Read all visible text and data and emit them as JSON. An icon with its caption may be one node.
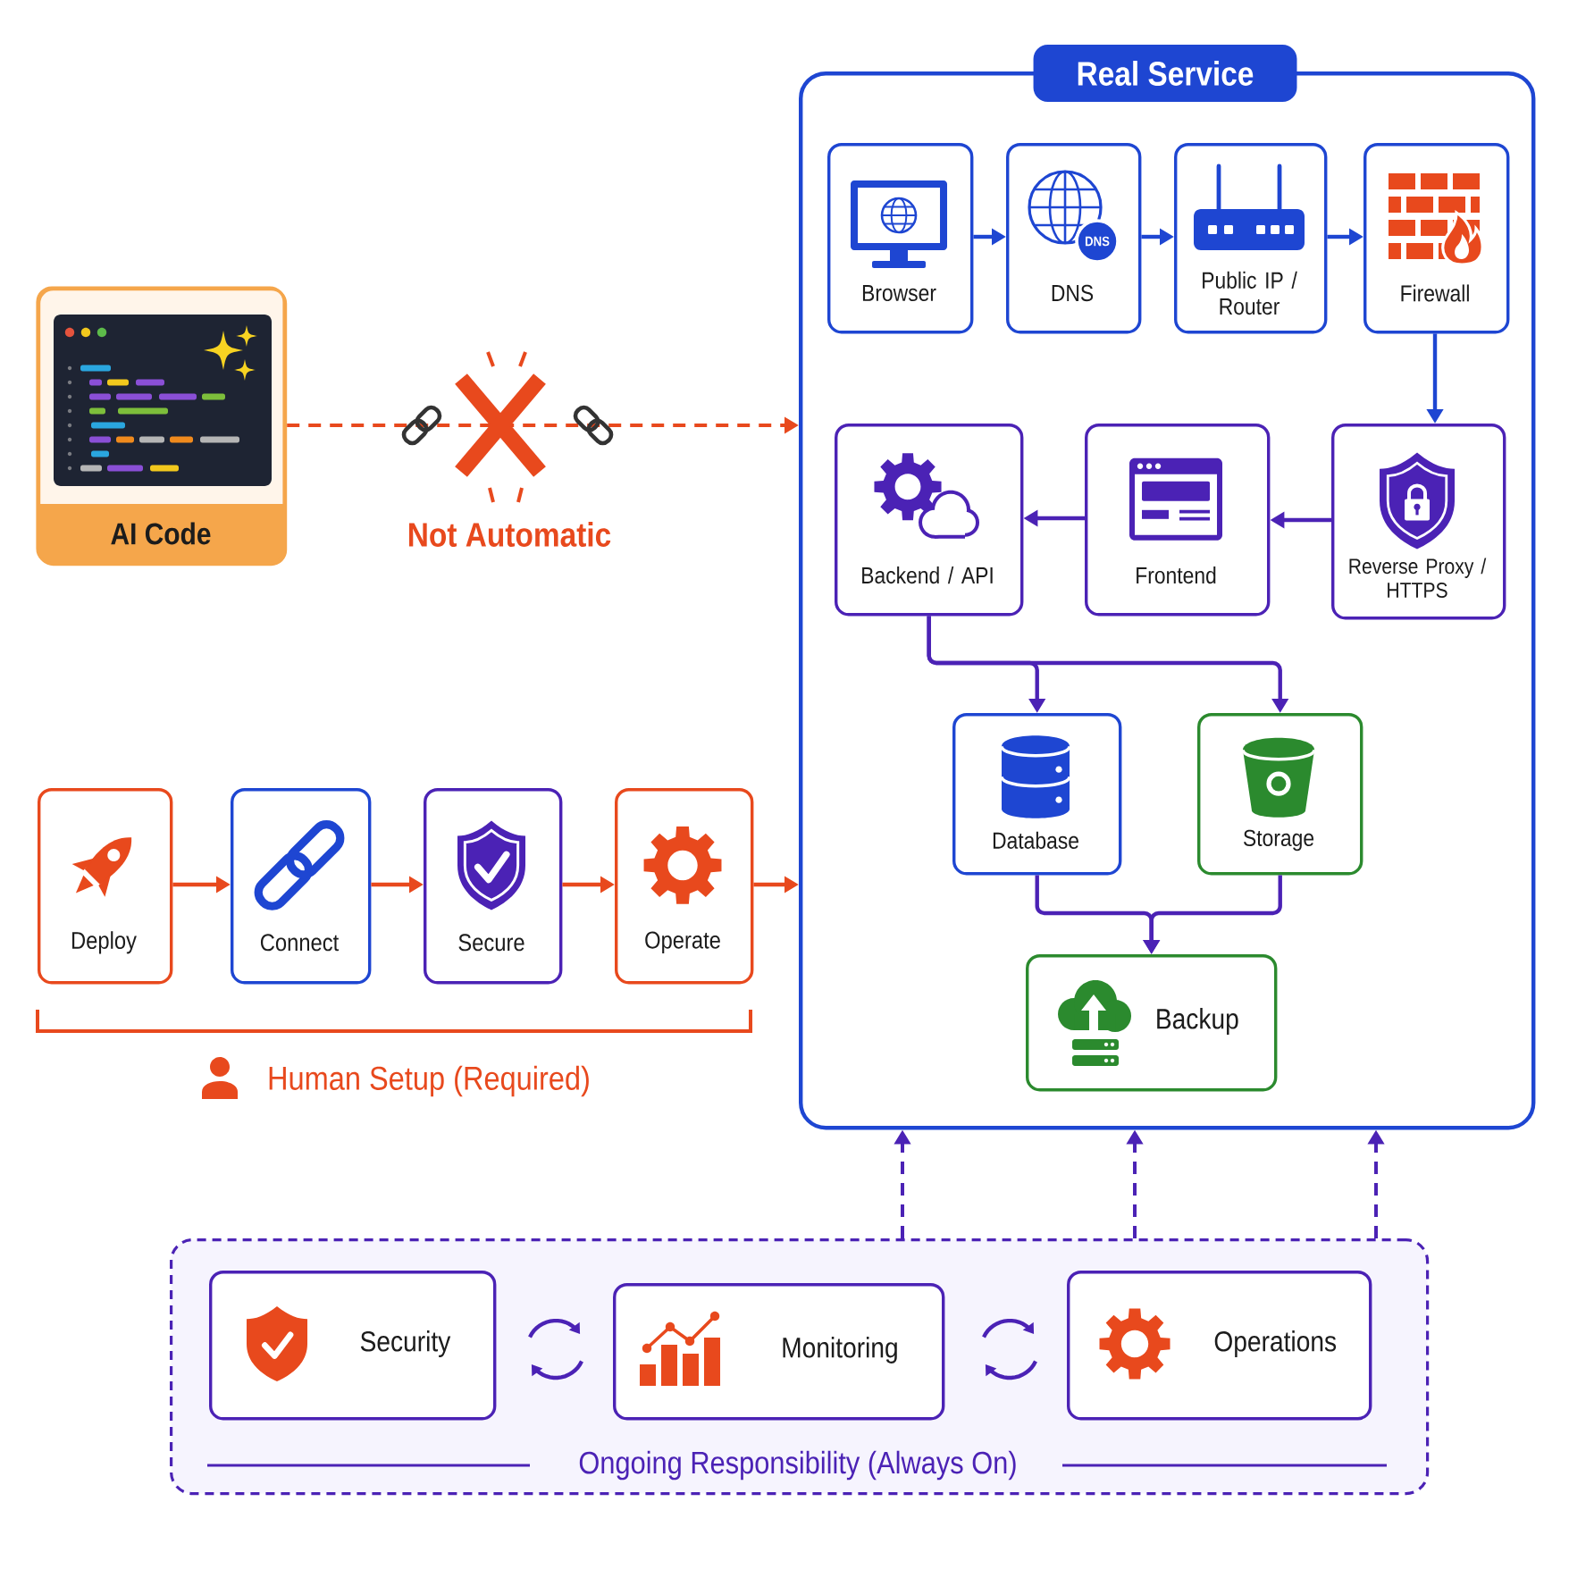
{
  "diagram": {
    "nodes": [
      {
        "text": [
          "Real Service"
        ]
      },
      {
        "text": [
          "Browser"
        ],
        "in": 0
      },
      {
        "text": [
          "DNS",
          "DNS"
        ],
        "in": 0
      },
      {
        "text": [
          "Public IP / Router"
        ],
        "in": 0
      },
      {
        "text": [
          "Firewall"
        ],
        "in": 0
      },
      {
        "text": [
          "Backend / API"
        ],
        "in": 0
      },
      {
        "text": [
          "Frontend"
        ],
        "in": 0
      },
      {
        "text": [
          "Reverse Proxy / HTTPS"
        ],
        "in": 0
      },
      {
        "text": [
          "Database"
        ],
        "in": 0
      },
      {
        "text": [
          "Storage"
        ],
        "in": 0
      },
      {
        "text": [
          "Backup"
        ],
        "in": 0
      },
      {
        "text": [
          "AI Code"
        ]
      },
      {
        "text": [
          "Deploy"
        ]
      },
      {
        "text": [
          "Connect"
        ]
      },
      {
        "text": [
          "Secure"
        ]
      },
      {
        "text": [
          "Operate"
        ]
      },
      {
        "text": [
          "Ongoing Responsibility (Always On)"
        ]
      },
      {
        "text": [
          "Security"
        ],
        "in": 16
      },
      {
        "text": [
          "Monitoring"
        ],
        "in": 16
      },
      {
        "text": [
          "Operations"
        ],
        "in": 16
      }
    ],
    "edges": [
      {
        "from": 1,
        "to": 2,
        "arrow": "to",
        "color": "#1e46d2"
      },
      {
        "from": 2,
        "to": 3,
        "arrow": "to",
        "color": "#1e46d2"
      },
      {
        "from": 3,
        "to": 4,
        "arrow": "to",
        "color": "#1e46d2"
      },
      {
        "from": 4,
        "to": 7,
        "arrow": "to",
        "color": "#1e46d2"
      },
      {
        "from": 7,
        "to": 6,
        "arrow": "to"
      },
      {
        "from": 6,
        "to": 5,
        "arrow": "to"
      },
      {
        "from": 5,
        "to": 8,
        "arrow": "to"
      },
      {
        "from": 5,
        "to": 9,
        "arrow": "to"
      },
      {
        "from": 8,
        "to": 10,
        "arrow": "to"
      },
      {
        "from": 9,
        "to": 10,
        "arrow": "to"
      },
      {
        "from": 11,
        "to": 0,
        "arrow": "to",
        "label": "Not Automatic",
        "style": "dashed",
        "color": "#e8491d"
      },
      {
        "from": 12,
        "to": 13,
        "arrow": "to",
        "color": "#e8491d"
      },
      {
        "from": 13,
        "to": 14,
        "arrow": "to",
        "color": "#e8491d"
      },
      {
        "from": 14,
        "to": 15,
        "arrow": "to",
        "color": "#e8491d"
      },
      {
        "from": 15,
        "to": 0,
        "arrow": "to",
        "color": "#e8491d"
      },
      {
        "from": 16,
        "to": 0,
        "arrow": "to",
        "style": "dashed"
      },
      {
        "from": 16,
        "to": 0,
        "arrow": "to",
        "style": "dashed"
      },
      {
        "from": 16,
        "to": 0,
        "arrow": "to",
        "style": "dashed"
      }
    ],
    "labels": [
      "Human Setup (Required)"
    ]
  }
}
